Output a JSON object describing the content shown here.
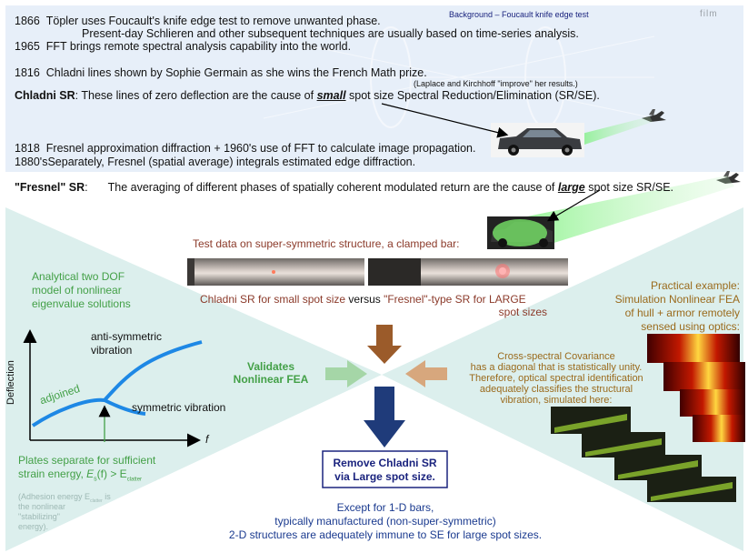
{
  "background_caption": "Background – Foucault knife edge test",
  "film_label": "film",
  "history": {
    "line1_year": "1866",
    "line1_text": "Töpler uses Foucault's knife edge test to remove unwanted phase.",
    "line1b_text": "Present-day Schlieren and other subsequent techniques are usually based on time-series analysis.",
    "line2_year": "1965",
    "line2_text": "FFT brings remote spectral analysis capability into the world.",
    "line3_year": "1816",
    "line3_text": "Chladni lines shown by Sophie Germain as she wins the French Math prize.",
    "line3_note": "(Laplace and Kirchhoff \"improve\" her results.)",
    "chladni_label": "Chladni SR",
    "chladni_pre": ": These lines of zero deflection are the cause of ",
    "chladni_small": "small",
    "chladni_post": " spot size Spectral Reduction/Elimination (SR/SE).",
    "line4_year": "1818",
    "line4_text": "Fresnel approximation diffraction + 1960's use of FFT to calculate image propagation.",
    "line5_year": "1880's",
    "line5_text": "Separately, Fresnel (spatial average) integrals estimated edge diffraction."
  },
  "fresnel": {
    "label": "\"Fresnel\" SR",
    "colon": ":",
    "text_pre": "The averaging of different phases of spatially coherent modulated  return are the cause of ",
    "text_large": "large",
    "text_post": " spot size SR/SE."
  },
  "test_data": {
    "title": "Test data on super-symmetric structure, a clamped bar:",
    "caption_a": "Chladni SR for small spot size ",
    "caption_versus": "versus",
    "caption_b": " \"Fresnel\"-type SR for LARGE",
    "caption_c": "spot sizes"
  },
  "left_panel": {
    "analytical_1": "Analytical two DOF",
    "analytical_2": "model of nonlinear",
    "analytical_3": "eigenvalue solutions",
    "anti_1": "anti-symmetric",
    "anti_2": "vibration",
    "symmetric": "symmetric vibration",
    "adjoined": "adjoined",
    "deflection": "Deflection",
    "f_axis": "f",
    "plates_1": "Plates separate for sufficient",
    "plates_2": "strain energy, ",
    "plates_E": "E",
    "plates_sub_s": "s",
    "plates_f": "(f) > E",
    "plates_sub_clatter": "clatter",
    "adhesion_1": "(Adhesion energy E",
    "adhesion_sub": "clatter",
    "adhesion_is": " is",
    "adhesion_2": "the nonlinear",
    "adhesion_3": "\"stabilizing\"",
    "adhesion_4": "energy)."
  },
  "validates_1": "Validates",
  "validates_2": "Nonlinear FEA",
  "cross_spectral": {
    "l1": "Cross-spectral Covariance",
    "l2": "has a diagonal that is statistically unity.",
    "l3": "Therefore, optical spectral identification",
    "l4": "adequately classifies the structural",
    "l5": "vibration, simulated here:"
  },
  "practical": {
    "l1": "Practical example:",
    "l2": "Simulation Nonlinear FEA",
    "l3": "of hull + armor remotely",
    "l4": "sensed using optics:"
  },
  "remove_box": {
    "l1": "Remove Chladni SR",
    "l2": "via Large spot size."
  },
  "except": {
    "l1": "Except for 1-D bars,",
    "l2": "typically manufactured (non-super-symmetric)",
    "l3": "2-D structures are adequately immune to SE for large spot sizes."
  },
  "colors": {
    "top_background": "#e7eff9",
    "triangle_fill": "#dcefed",
    "green_text": "#43a047",
    "brown_arrow": "#9b5b2a",
    "navy_arrow": "#1f3b7a",
    "light_green_arrow": "#a5d6a7",
    "tan_arrow": "#d7a77d",
    "curve_blue": "#1e88e5"
  },
  "icons": [
    "aircraft-icon",
    "aircraft-icon-2",
    "vehicle-photo",
    "vehicle-photo-highlighted",
    "bar-photo-small-spot",
    "bar-photo-large-spot",
    "fea-heatmap-stack",
    "fea-mesh-stack"
  ]
}
